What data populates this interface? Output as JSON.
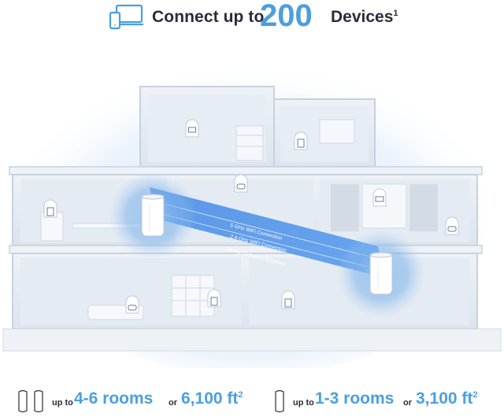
{
  "header": {
    "title_prefix": "Connect up to",
    "title_number": "200",
    "title_suffix": "Devices",
    "title_footnote": "1"
  },
  "scene": {
    "connection_5ghz": "5 GHz WiFi Connection",
    "connection_24ghz": "2.4 GHz WiFi Connection",
    "connection_backhaul": "Strong Dedicated Backhaul"
  },
  "coverage_two_units": {
    "prefix": "up to",
    "rooms": "4-6 rooms",
    "conjunction": "or",
    "area": "6,100 ft",
    "footnote": "2"
  },
  "coverage_one_unit": {
    "prefix": "up to",
    "rooms": "1-3 rooms",
    "conjunction": "or",
    "area": "3,100 ft",
    "footnote": "2"
  },
  "colors": {
    "accent_blue": "#4a9fe0",
    "text_dark": "#2b2b3a",
    "house_wall": "#dfe6ef",
    "glow": "#cfe3f8"
  }
}
